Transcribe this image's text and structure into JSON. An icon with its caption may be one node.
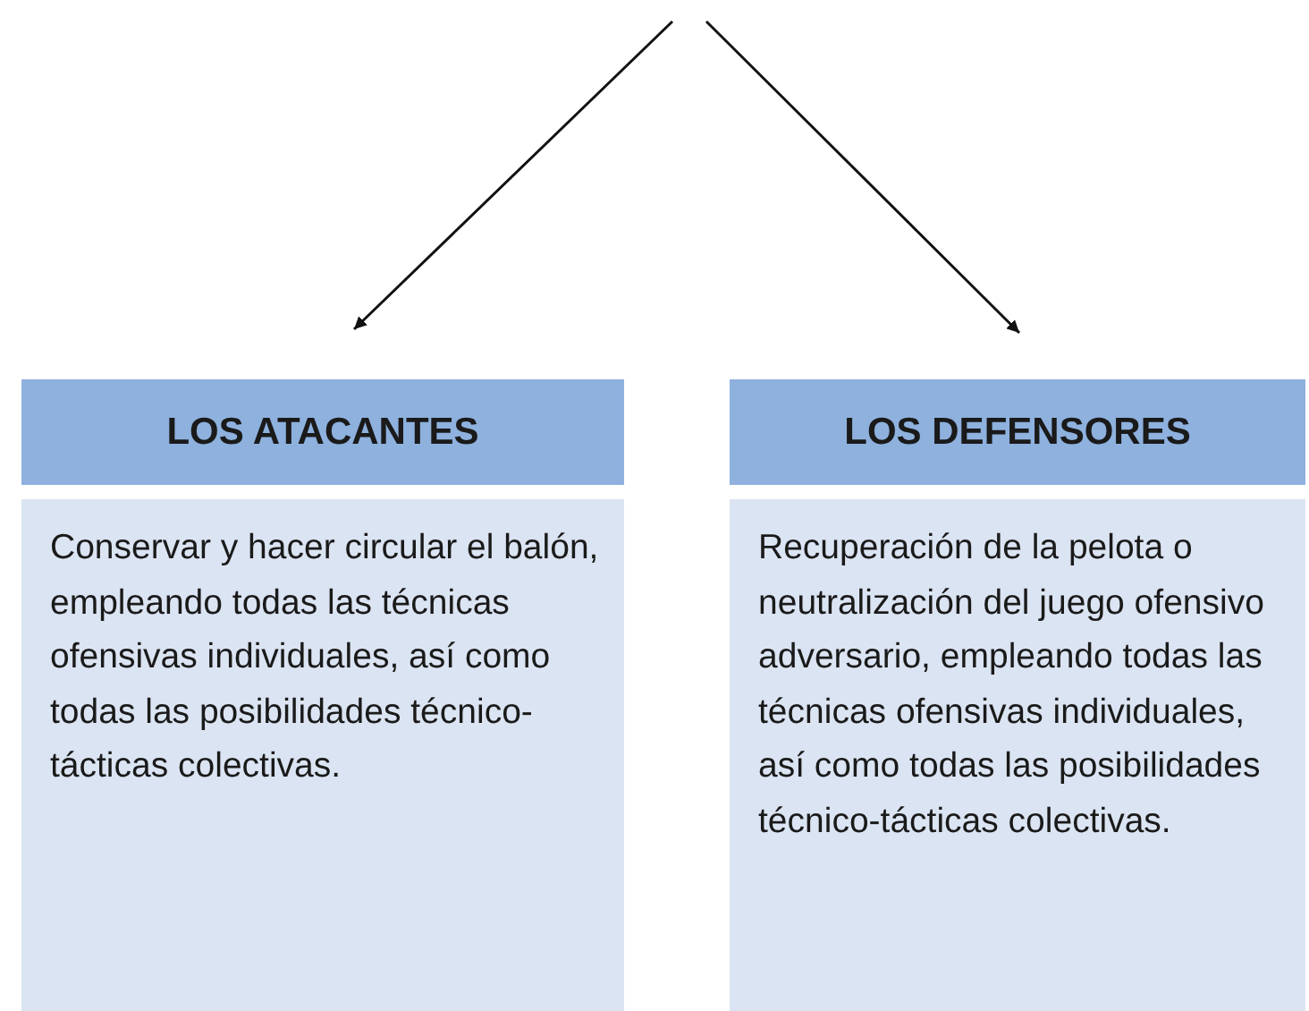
{
  "diagram": {
    "nodes": [
      {
        "text": [
          "LOS ATACANTES"
        ]
      },
      {
        "text": [
          "Conservar y hacer circular el balón, empleando todas las técnicas ofensivas individuales, así como todas las posibilidades técnico-tácticas colectivas."
        ]
      },
      {
        "text": [
          "LOS DEFENSORES"
        ]
      },
      {
        "text": [
          "Recuperación de la pelota o neutralización del juego ofensivo adversario, empleando todas las técnicas ofensivas individuales, así como todas las posibilidades técnico-tácticas colectivas."
        ]
      }
    ],
    "edges": [
      {
        "from": null,
        "to": 0,
        "arrow": "to"
      },
      {
        "from": null,
        "to": 2,
        "arrow": "to"
      }
    ]
  }
}
